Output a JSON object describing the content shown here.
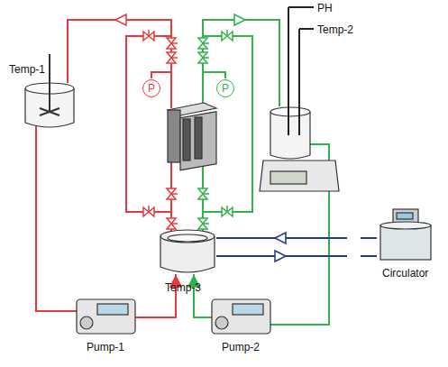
{
  "diagram": {
    "nodes": [
      {
        "text": [
          "P"
        ]
      },
      {
        "text": [
          "P"
        ]
      }
    ],
    "labels": [
      "PH",
      "Temp-2",
      "Temp-1",
      "Temp-3",
      "Pump-1",
      "Pump-2",
      "Circulator"
    ]
  }
}
